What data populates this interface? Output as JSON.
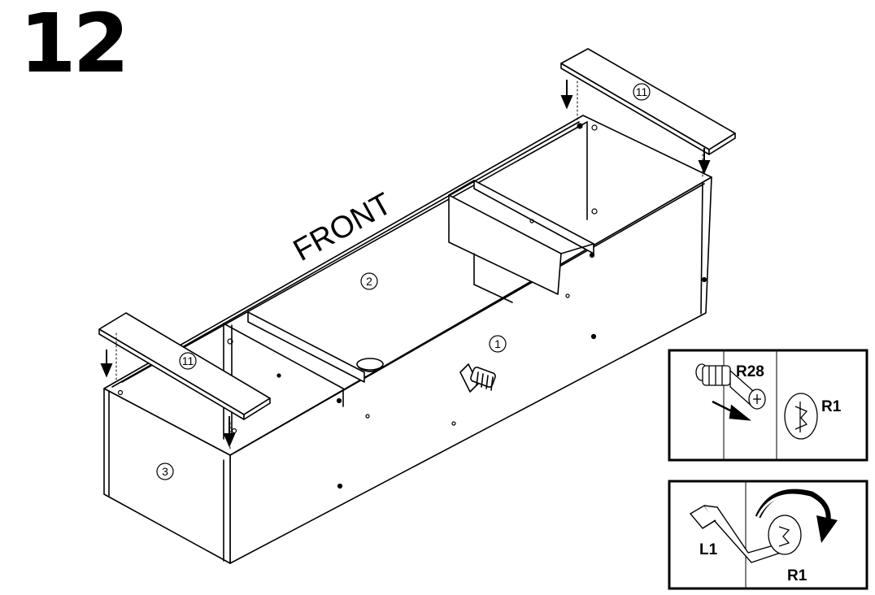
{
  "step": {
    "number": "12"
  },
  "labels": {
    "front": "FRONT",
    "panel_1": "1",
    "panel_2": "2",
    "panel_3": "3",
    "panel_11_left": "11",
    "panel_11_right": "11"
  },
  "detail_top": {
    "fitting_label": "R28",
    "cam_label": "R1"
  },
  "detail_bottom": {
    "tool_label": "L1",
    "cam_label": "R1"
  },
  "colors": {
    "line": "#000000",
    "background": "#ffffff",
    "arrow_fill": "#000000"
  }
}
